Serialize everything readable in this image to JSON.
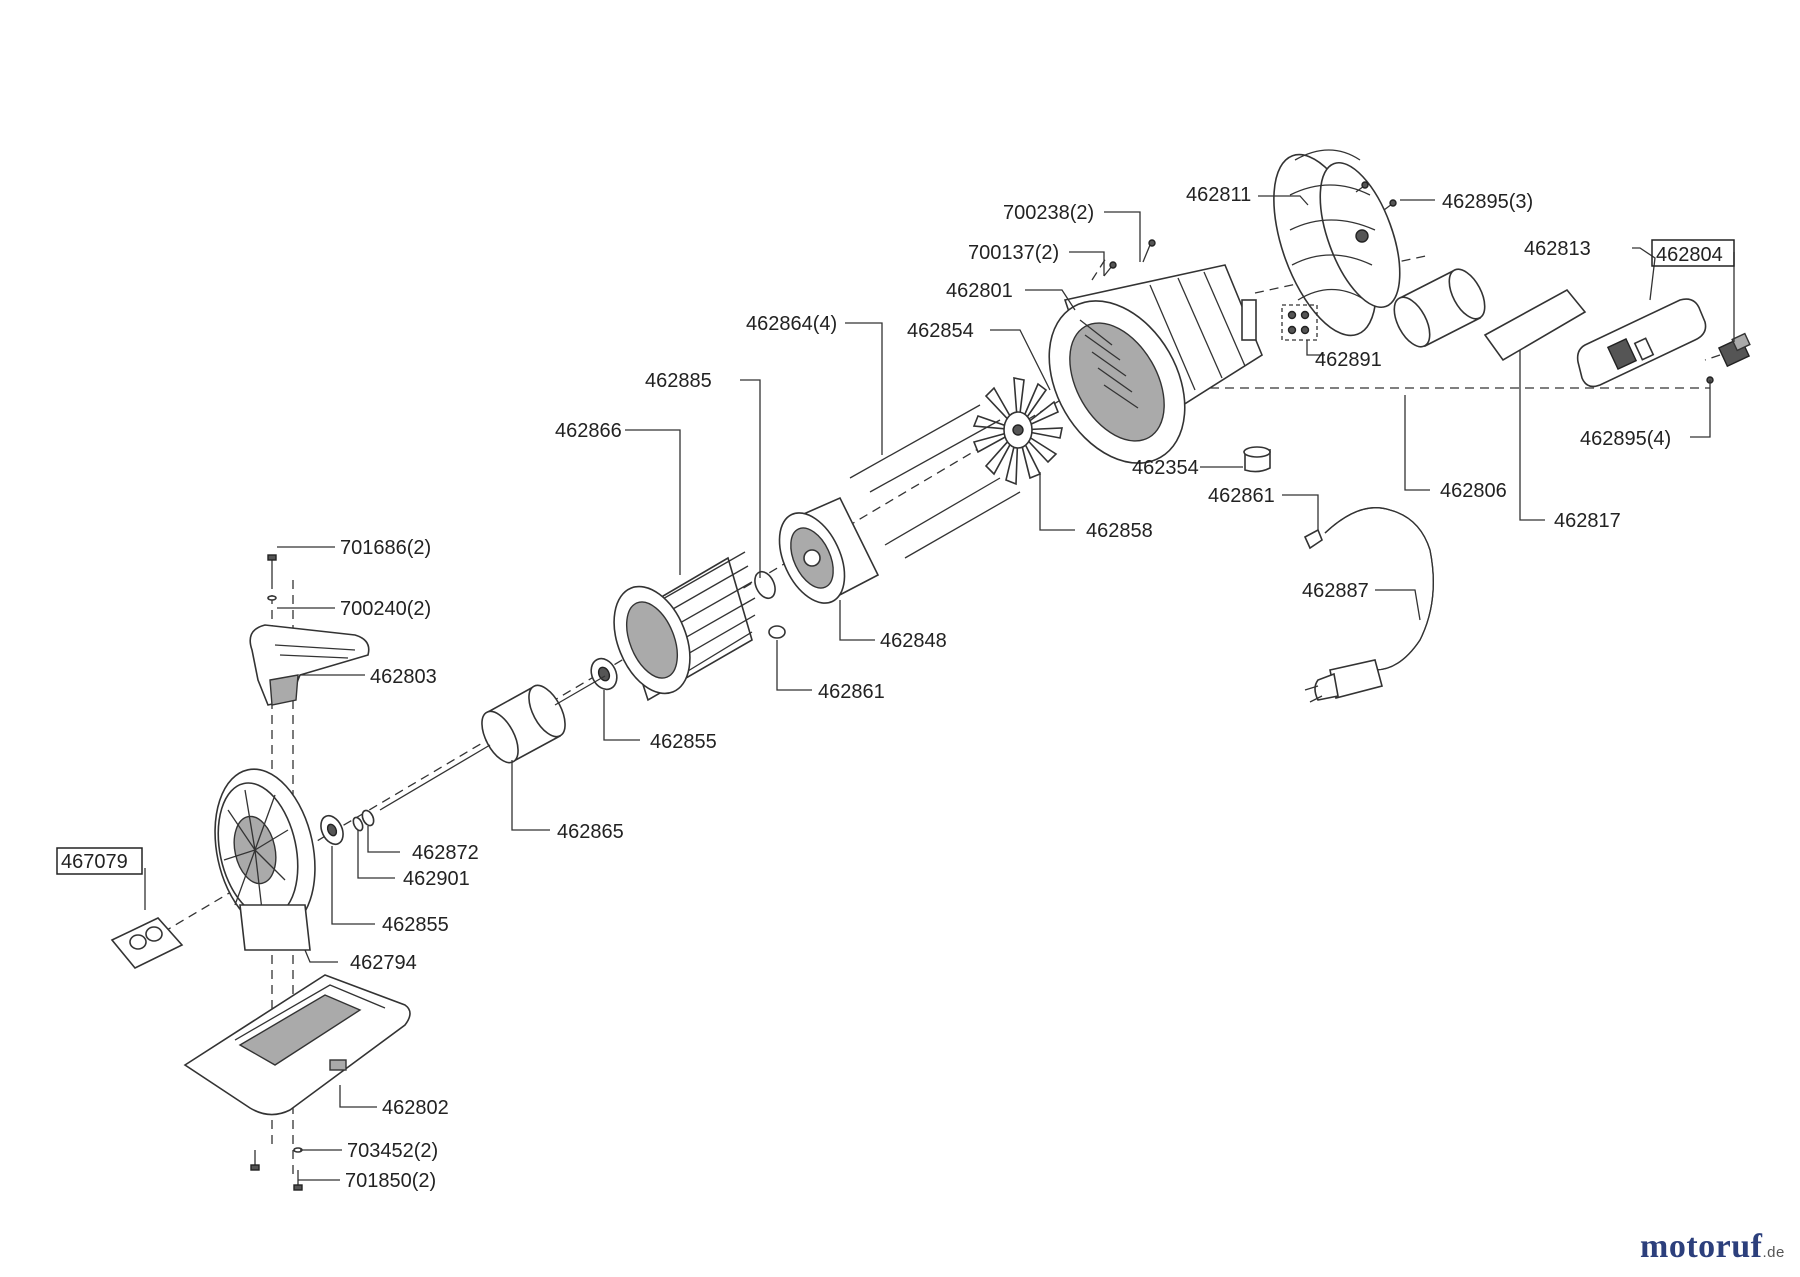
{
  "parts": {
    "p462811": "462811",
    "p462895_3": "462895(3)",
    "p700238_2": "700238(2)",
    "p700137_2": "700137(2)",
    "p462813": "462813",
    "p462804": "462804",
    "p462801": "462801",
    "p462864_4": "462864(4)",
    "p462854": "462854",
    "p462891": "462891",
    "p462885": "462885",
    "p462866": "462866",
    "p462895_4": "462895(4)",
    "p462354": "462354",
    "p462806": "462806",
    "p462861a": "462861",
    "p462817": "462817",
    "p462858": "462858",
    "p701686_2": "701686(2)",
    "p462887": "462887",
    "p700240_2": "700240(2)",
    "p462848": "462848",
    "p462803": "462803",
    "p462861b": "462861",
    "p462855a": "462855",
    "p462865": "462865",
    "p462872": "462872",
    "p467079": "467079",
    "p462901": "462901",
    "p462855b": "462855",
    "p462794": "462794",
    "p462802": "462802",
    "p703452_2": "703452(2)",
    "p701850_2": "701850(2)"
  },
  "logo": {
    "text": "motoruf",
    "suffix": ".de"
  }
}
